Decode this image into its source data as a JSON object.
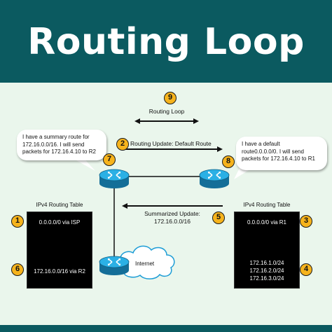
{
  "title": "Routing Loop",
  "colors": {
    "header_bg": "#0b5a60",
    "panel_bg": "#eaf6ec",
    "badge": "#f6b31c",
    "router": "#1d9dd6",
    "table_bg": "#000000"
  },
  "loop_label": "Routing Loop",
  "update_default": "Routing Update: Default Route",
  "update_summary_line1": "Summarized Update:",
  "update_summary_line2": "172.16.0.0/16",
  "bubble_r1": "I have a summary route for\n172.16.0.0/16. I will send\npackets for 172.16.4.10 to R2",
  "bubble_r2": "I have a default\nroute0.0.0.0/0. I will send\npackets for 172.16.4.10 to R1",
  "internet_label": "Internet",
  "left_table": {
    "title": "IPv4 Routing Table",
    "row1": "0.0.0.0/0 via ISP",
    "row2": "172.16.0.0/16 via R2"
  },
  "right_table": {
    "title": "IPv4 Routing Table",
    "row1": "0.0.0.0/0 via R1",
    "row2": "172.16.1.0/24",
    "row3": "172.16.2.0/24",
    "row4": "172.16.3.0/24"
  },
  "badges": {
    "b1": "1",
    "b2": "2",
    "b3": "3",
    "b4": "4",
    "b5": "5",
    "b6": "6",
    "b7": "7",
    "b8": "8",
    "b9": "9"
  },
  "icons": {
    "router": "router-icon",
    "cloud": "cloud-icon"
  }
}
